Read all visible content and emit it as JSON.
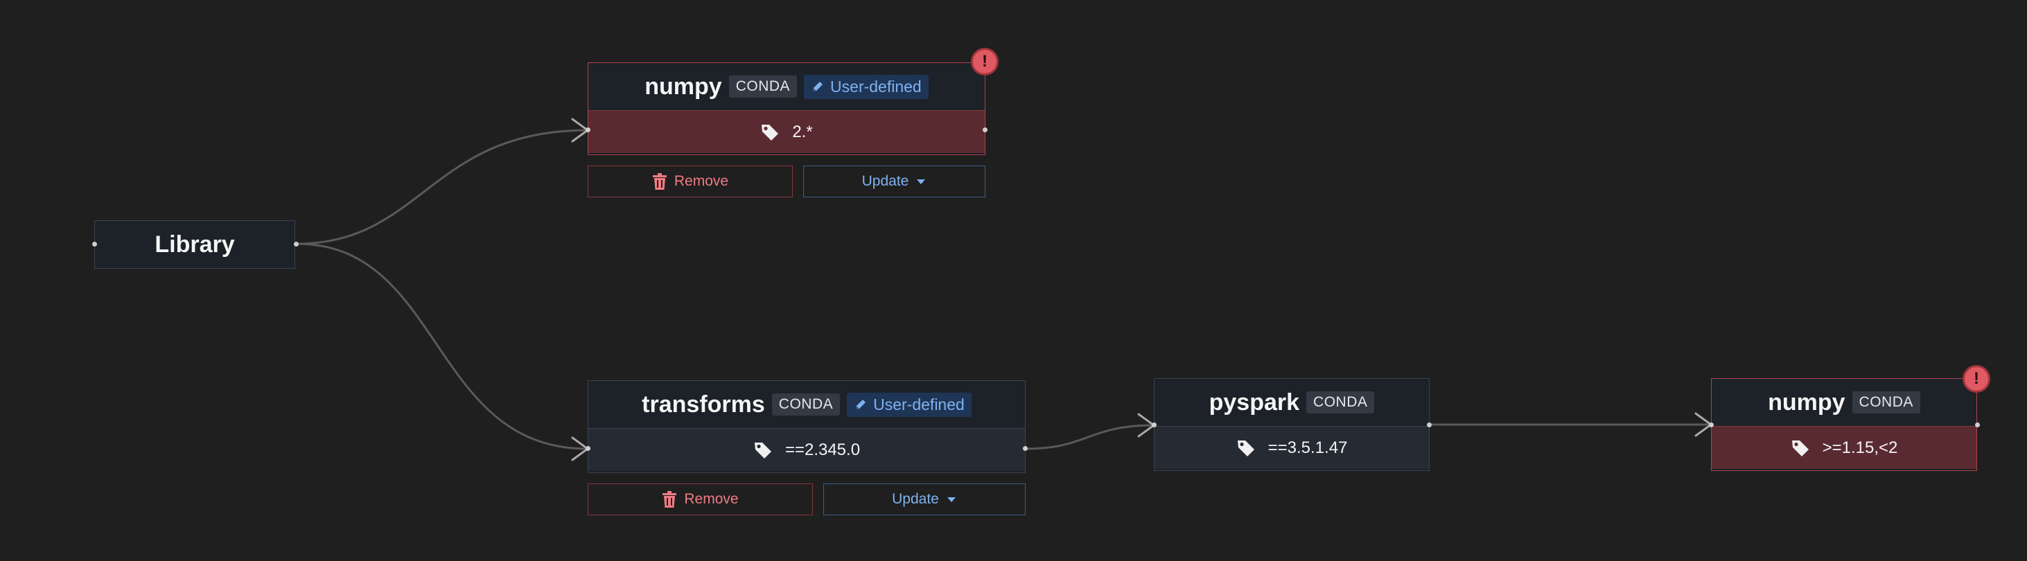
{
  "root": {
    "label": "Library"
  },
  "nodes": [
    {
      "id": "numpy-top",
      "name": "numpy",
      "manager": "CONDA",
      "tag": "User-defined",
      "version": "2.*",
      "error": true,
      "actions": {
        "remove": "Remove",
        "update": "Update"
      }
    },
    {
      "id": "transforms",
      "name": "transforms",
      "manager": "CONDA",
      "tag": "User-defined",
      "version": "==2.345.0",
      "error": false,
      "actions": {
        "remove": "Remove",
        "update": "Update"
      }
    },
    {
      "id": "pyspark",
      "name": "pyspark",
      "manager": "CONDA",
      "version": "==3.5.1.47",
      "error": false
    },
    {
      "id": "numpy-dep",
      "name": "numpy",
      "manager": "CONDA",
      "version": ">=1.15,<2",
      "error": true
    }
  ],
  "edges": [
    {
      "from": "Library",
      "to": "numpy-top"
    },
    {
      "from": "Library",
      "to": "transforms"
    },
    {
      "from": "transforms",
      "to": "pyspark"
    },
    {
      "from": "pyspark",
      "to": "numpy-dep"
    }
  ],
  "colors": {
    "background": "#1f1f1f",
    "error": "#e05a63",
    "accent": "#7fb2f0",
    "node": "#1d2128"
  },
  "icons": {
    "version": "tag-icon",
    "user_defined": "pencil-icon",
    "remove": "trash-icon",
    "update": "caret-down-icon",
    "error": "exclamation-icon"
  }
}
